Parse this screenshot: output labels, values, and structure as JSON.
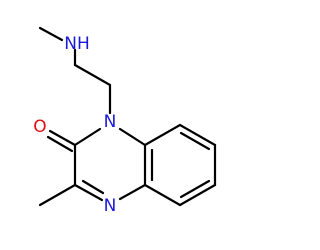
{
  "molecule": {
    "atoms": [
      {
        "id": "nh",
        "symbol": "NH",
        "color": "#1a1ad6"
      },
      {
        "id": "n1",
        "symbol": "N",
        "color": "#1a1ad6"
      },
      {
        "id": "o",
        "symbol": "O",
        "color": "#e01010"
      },
      {
        "id": "n4",
        "symbol": "N",
        "color": "#1a1ad6"
      }
    ],
    "bond_color": "#000000"
  }
}
